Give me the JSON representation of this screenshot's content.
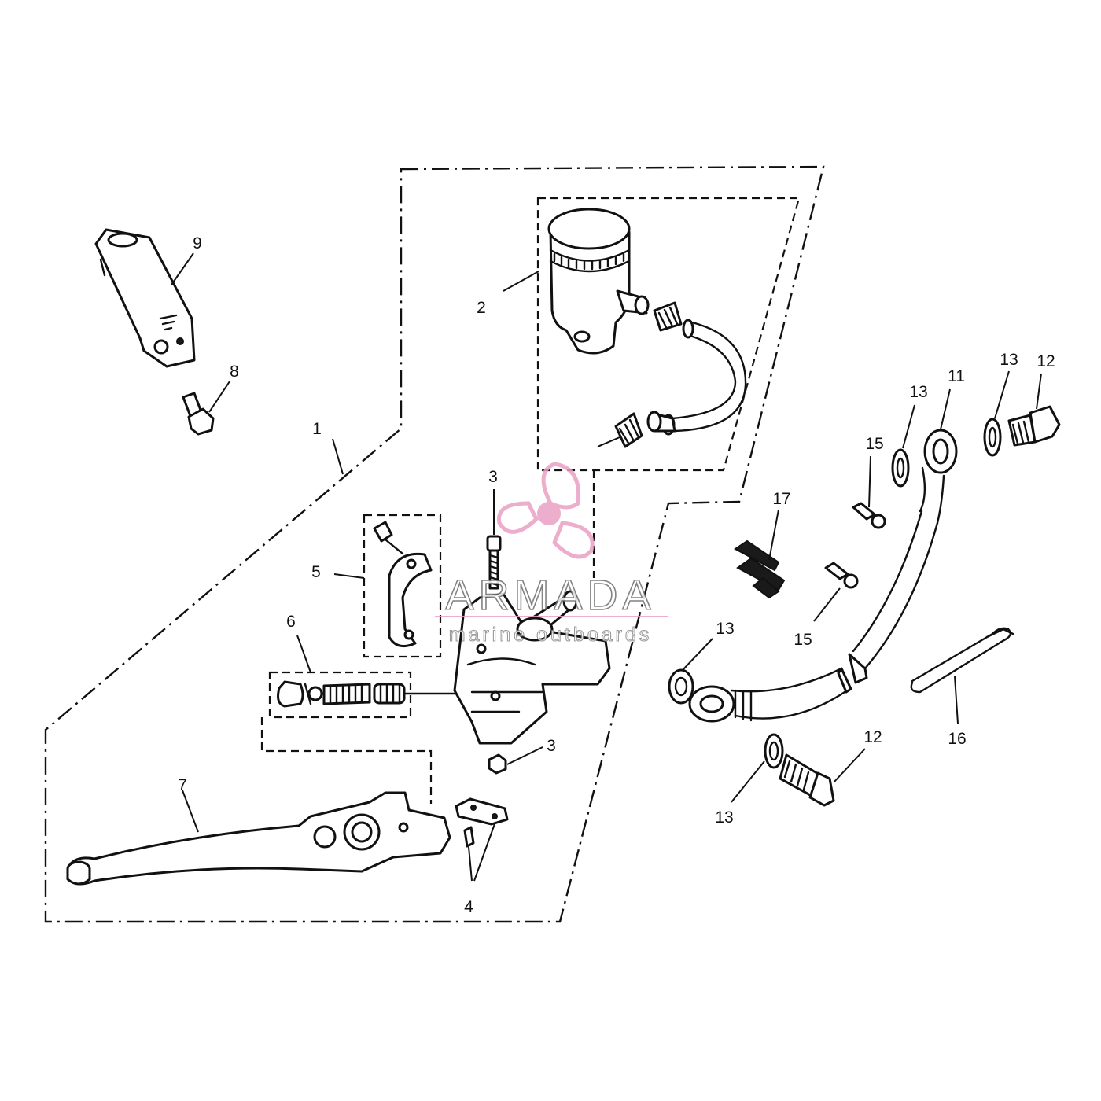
{
  "diagram": {
    "callouts": [
      "1",
      "2",
      "3",
      "3",
      "4",
      "5",
      "6",
      "7",
      "8",
      "9",
      "11",
      "12",
      "12",
      "13",
      "13",
      "13",
      "13",
      "15",
      "15",
      "16",
      "17"
    ]
  },
  "watermark": {
    "title": "ARMADA",
    "subtitle": "marine outboards",
    "color": "#e9a0c4"
  }
}
